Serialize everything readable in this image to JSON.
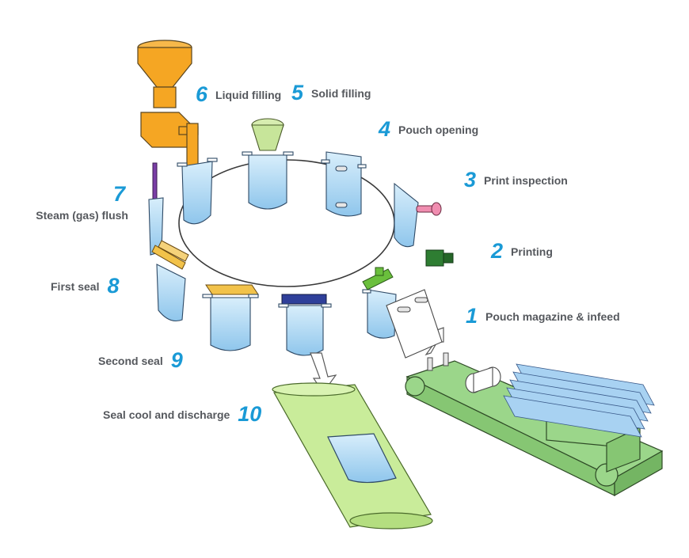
{
  "colors": {
    "step_number": "#1a9ad6",
    "label_text": "#55585d",
    "pouch_fill": "#b8ddf5",
    "conveyor": "#9bd68a",
    "discharge_belt": "#c9ec9a",
    "hopper": "#f5a623",
    "printer": "#2e7d32",
    "inspection": "#f08db0",
    "seal_first": "#f2c24a",
    "seal_second": "#f2c24a",
    "seal_cool": "#2f3f9a",
    "opener": "#6abf3c",
    "flush_nozzle": "#7a3ea6",
    "solid_funnel": "#c7e59a"
  },
  "steps": [
    {
      "number": "1",
      "label": "Pouch magazine & infeed"
    },
    {
      "number": "2",
      "label": "Printing"
    },
    {
      "number": "3",
      "label": "Print inspection"
    },
    {
      "number": "4",
      "label": "Pouch opening"
    },
    {
      "number": "5",
      "label": "Solid filling"
    },
    {
      "number": "6",
      "label": "Liquid filling"
    },
    {
      "number": "7",
      "label": "Steam (gas) flush"
    },
    {
      "number": "8",
      "label": "First seal"
    },
    {
      "number": "9",
      "label": "Second seal"
    },
    {
      "number": "10",
      "label": "Seal cool and discharge"
    }
  ]
}
